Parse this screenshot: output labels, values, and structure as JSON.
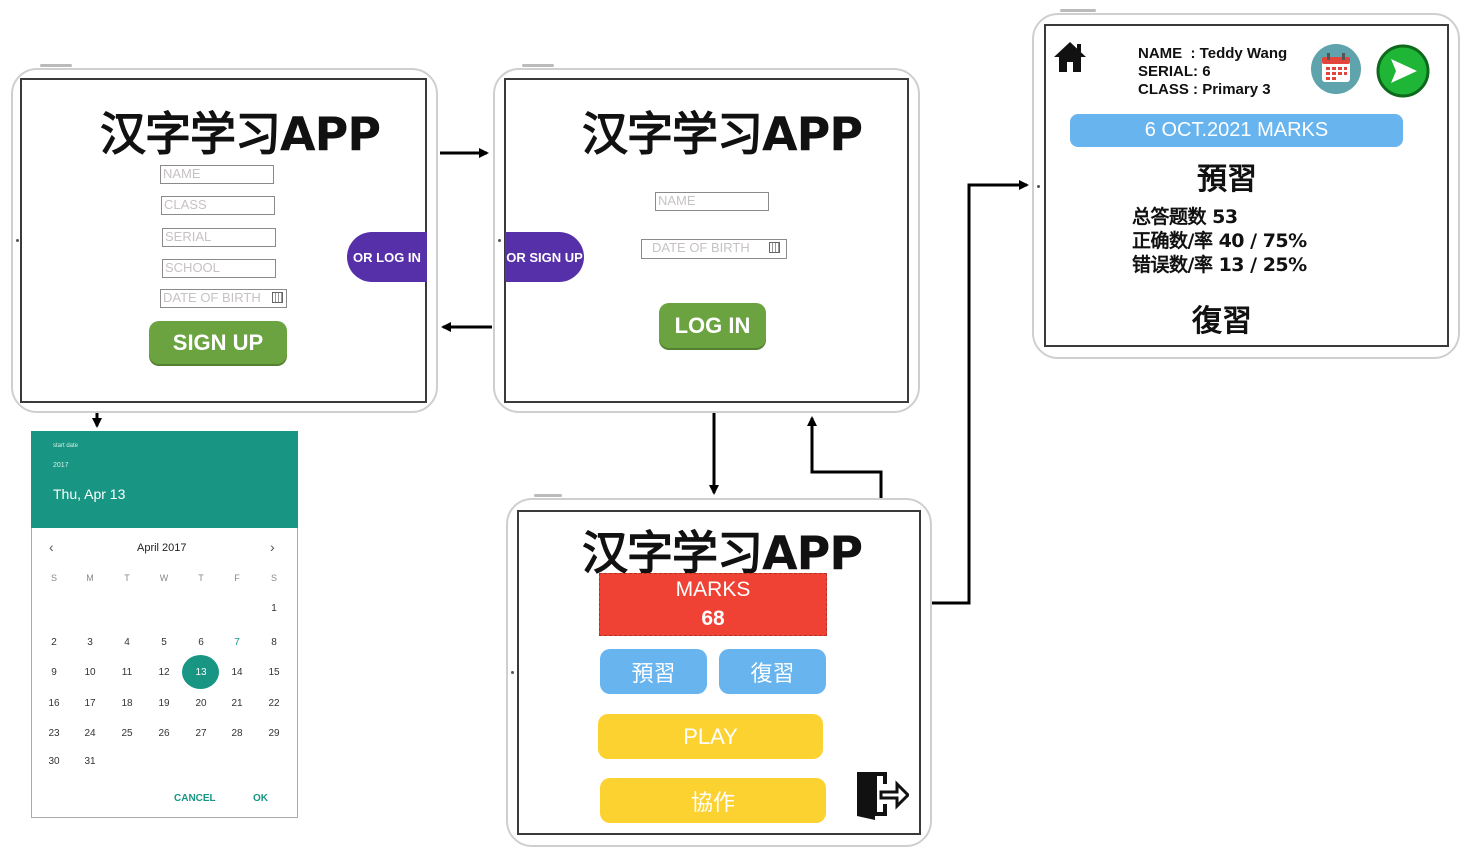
{
  "screens": {
    "signup": {
      "app_title": "汉字学习APP",
      "fields": {
        "name": "NAME",
        "class": "CLASS",
        "serial": "SERIAL",
        "school": "SCHOOL",
        "dob": "DATE OF BIRTH"
      },
      "signup_button": "SIGN UP",
      "login_switch_button": "OR LOG IN"
    },
    "login": {
      "app_title": "汉字学习APP",
      "fields": {
        "name": "NAME",
        "dob": "DATE OF BIRTH"
      },
      "login_button": "LOG IN",
      "signup_switch_button": "OR SIGN UP"
    },
    "home": {
      "app_title": "汉字学习APP",
      "marks_label": "MARKS",
      "marks_value": "68",
      "preview_button": "預習",
      "review_button": "復習",
      "play_button": "PLAY",
      "cooperate_button": "協作",
      "exit_icon": "exit-door-icon"
    },
    "datepicker": {
      "header_small": "start date",
      "year": "2017",
      "selected_date": "Thu, Apr 13",
      "month_label": "April 2017",
      "weekdays": [
        "S",
        "M",
        "T",
        "W",
        "T",
        "F",
        "S"
      ],
      "weeks": [
        [
          "",
          "",
          "",
          "",
          "",
          "",
          "1"
        ],
        [
          "2",
          "3",
          "4",
          "5",
          "6",
          "7",
          "8"
        ],
        [
          "9",
          "10",
          "11",
          "12",
          "13",
          "14",
          "15"
        ],
        [
          "16",
          "17",
          "18",
          "19",
          "20",
          "21",
          "22"
        ],
        [
          "23",
          "24",
          "25",
          "26",
          "27",
          "28",
          "29"
        ],
        [
          "30",
          "31",
          "",
          "",
          "",
          "",
          ""
        ]
      ],
      "selected_day": "13",
      "highlight_day": "7",
      "cancel": "CANCEL",
      "ok": "OK",
      "prev_icon": "chevron-left-icon",
      "next_icon": "chevron-right-icon"
    },
    "dashboard": {
      "home_icon": "home-icon",
      "name_label": "NAME",
      "name_value": "Teddy Wang",
      "serial_label": "SERIAL",
      "serial_value": "6",
      "class_label": "CLASS",
      "class_value": "Primary 3",
      "marks_banner": "6 OCT.2021 MARKS",
      "preview_heading": "預習",
      "stats": [
        {
          "label": "总答题数",
          "value": "53"
        },
        {
          "label": "正确数/率",
          "value": "40 / 75%"
        },
        {
          "label": "错误数/率",
          "value": "13 / 25%"
        }
      ],
      "review_heading": "復習",
      "calendar_icon": "calendar-icon",
      "send_icon": "send-arrow-icon"
    }
  },
  "colors": {
    "green": "#6aa33f",
    "purple": "#5630a8",
    "teal": "#189683",
    "red": "#ef4234",
    "blue": "#68b4ee",
    "yellow": "#fcd231",
    "send_green": "#1fb536"
  }
}
